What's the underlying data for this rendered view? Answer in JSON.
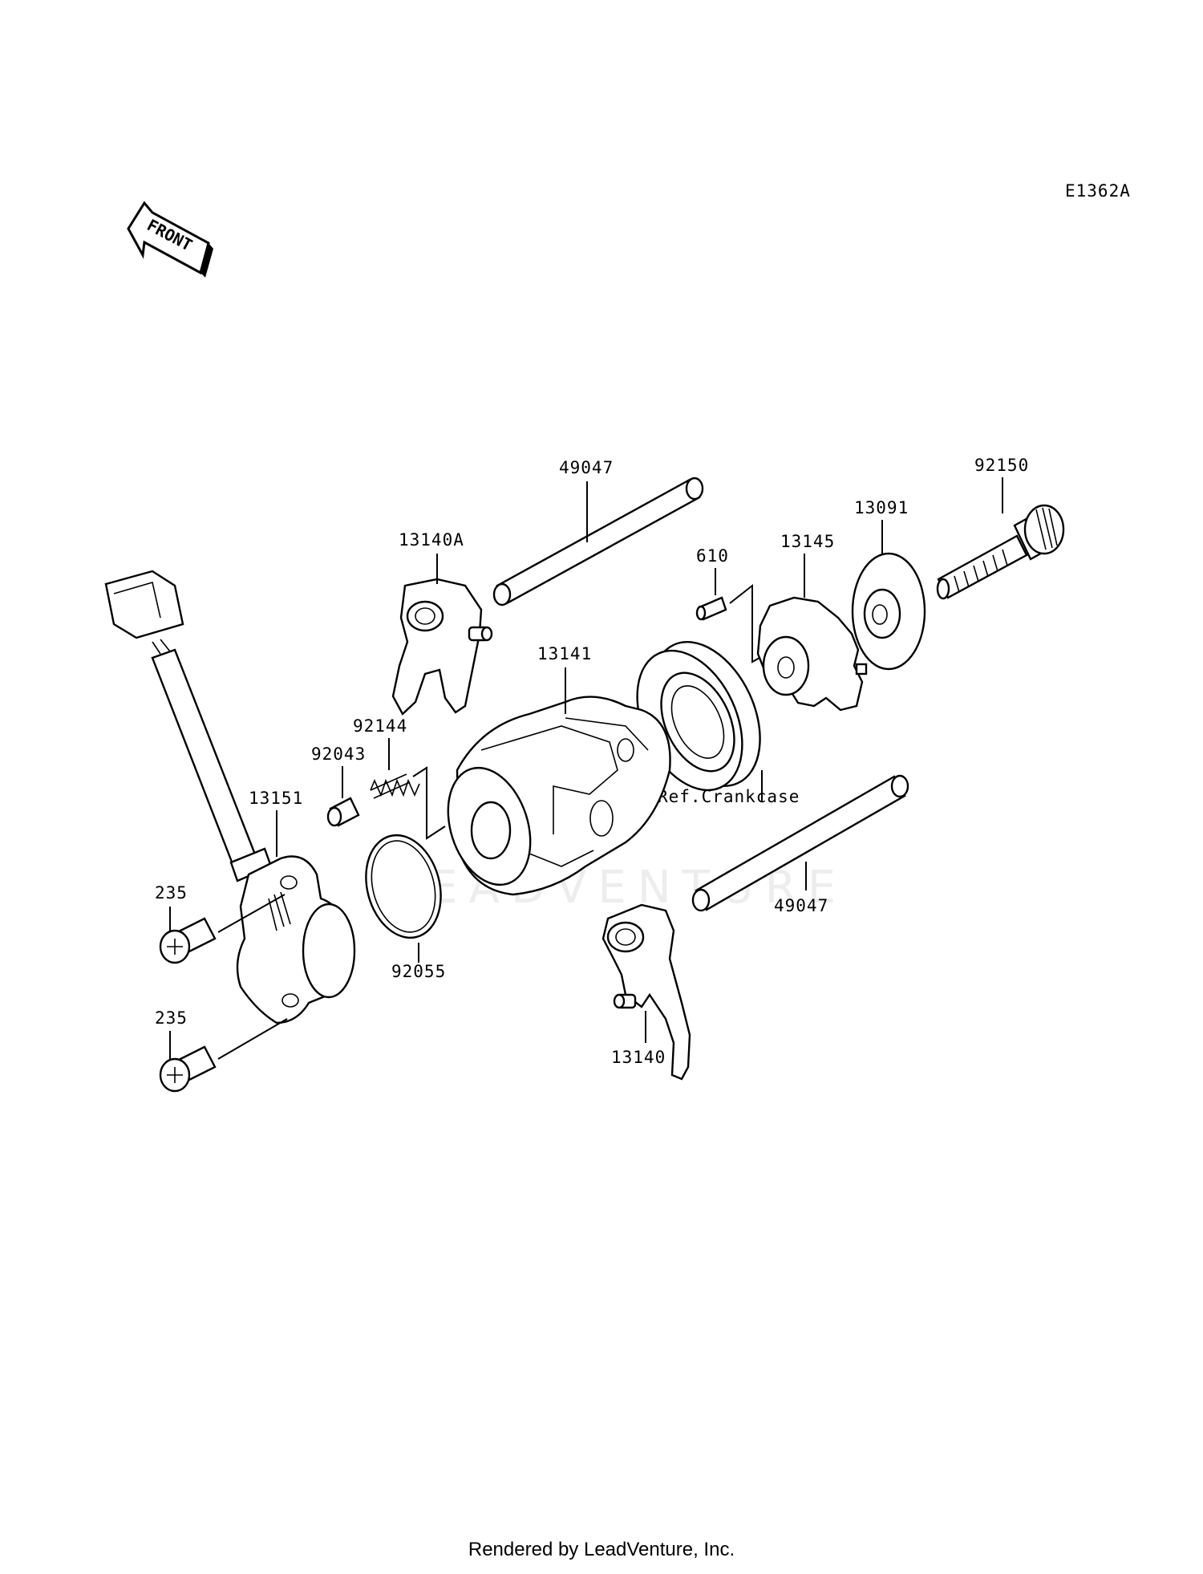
{
  "diagram_code": "E1362A",
  "front_marker": "FRONT",
  "watermark": "LEADVENTURE",
  "callouts": {
    "shaft_top": "49047",
    "fork_upper": "13140A",
    "pin_610": "610",
    "cam_13145": "13145",
    "plate_13091": "13091",
    "bolt_92150": "92150",
    "drum": "13141",
    "spring": "92144",
    "pin_92043": "92043",
    "switch": "13151",
    "screw_upper": "235",
    "screw_lower": "235",
    "oring": "92055",
    "ref_crankcase": "Ref.Crankcase",
    "shaft_bottom": "49047",
    "fork_lower": "13140"
  },
  "footer": "Rendered by LeadVenture, Inc."
}
